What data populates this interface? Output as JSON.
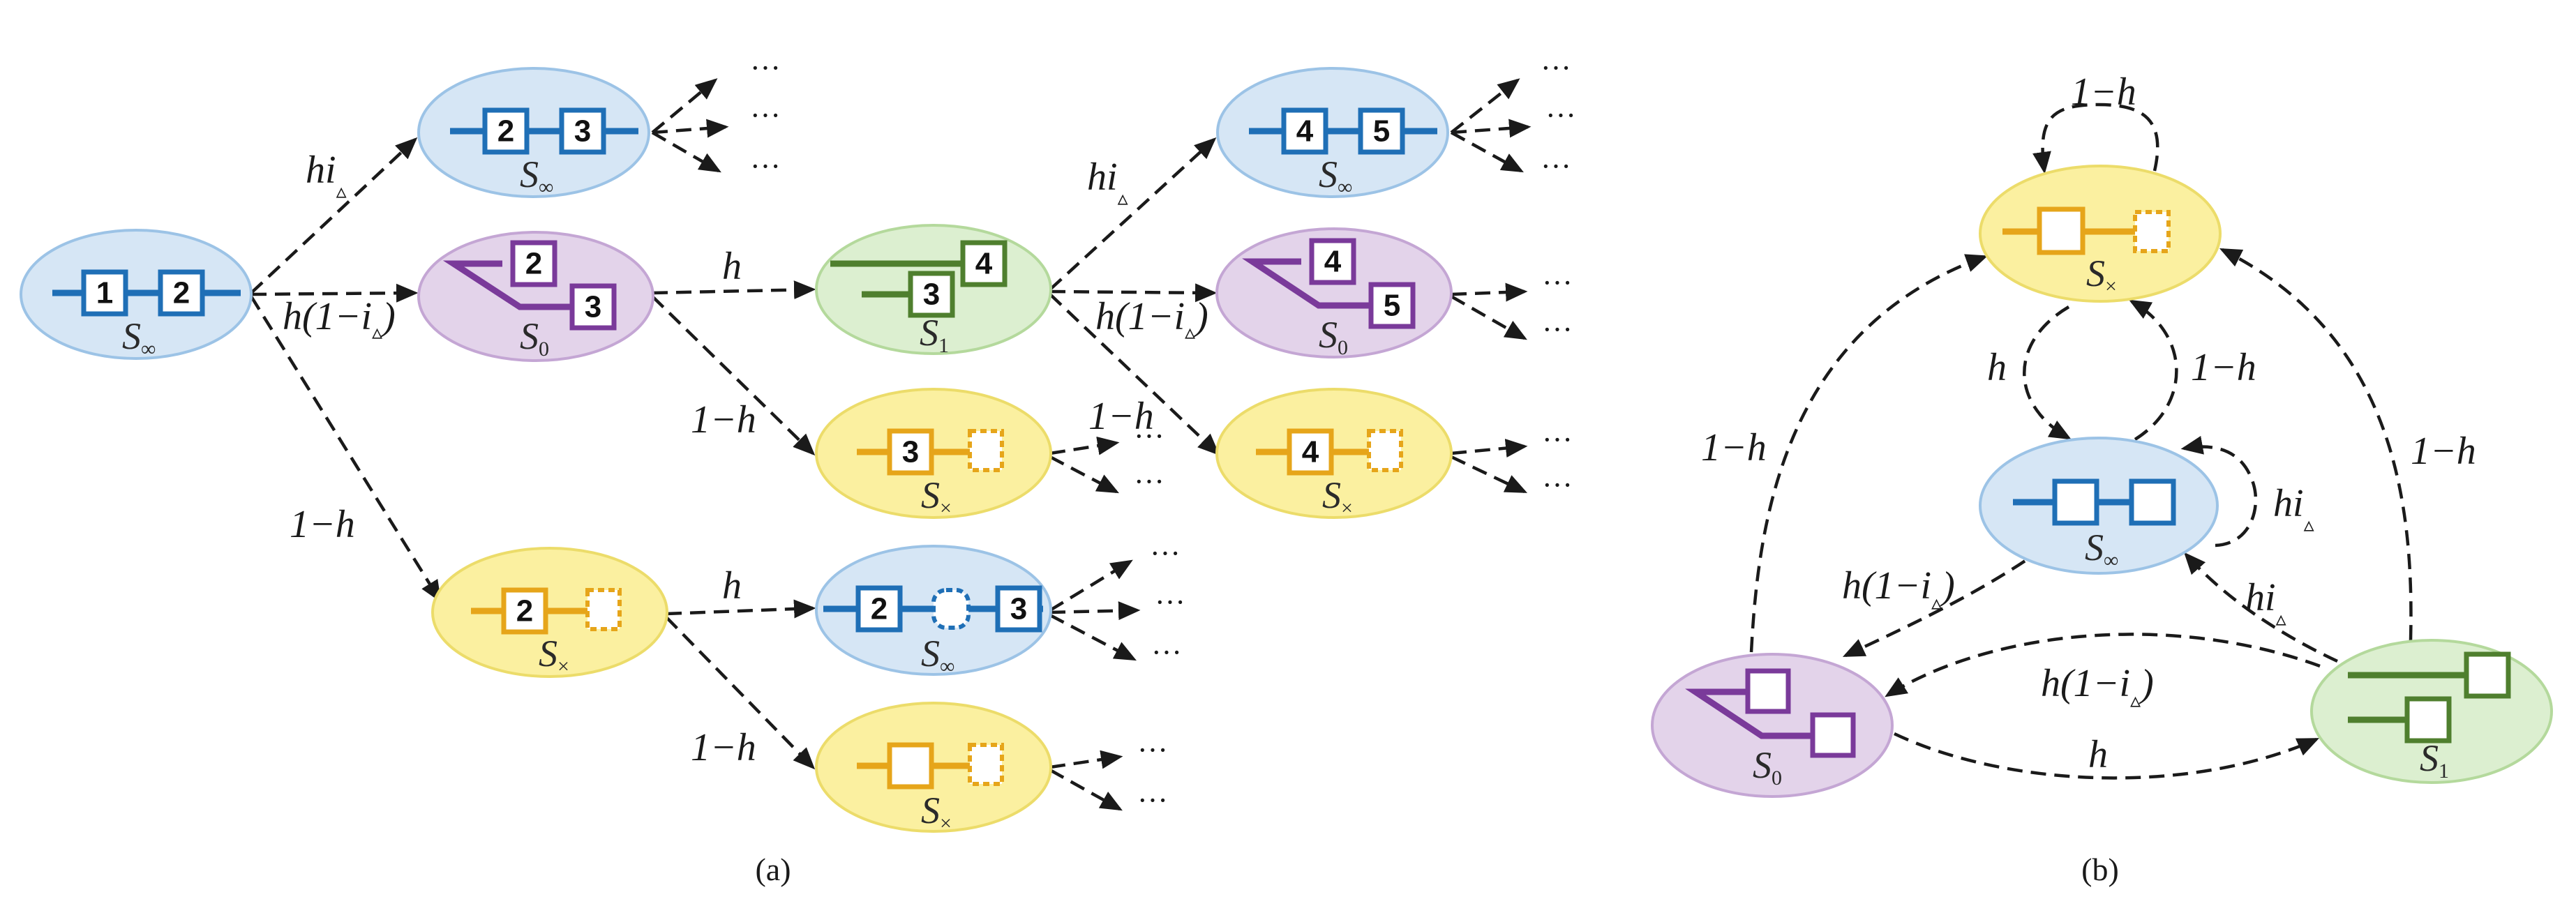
{
  "panel_a": {
    "caption": "(a)",
    "states": [
      {
        "id": "a_root",
        "state": "S",
        "sub": "∞",
        "nums": [
          "1",
          "2"
        ]
      },
      {
        "id": "a_top",
        "state": "S",
        "sub": "∞",
        "nums": [
          "2",
          "3"
        ]
      },
      {
        "id": "a_mid",
        "state": "S",
        "sub": "0",
        "nums": [
          "2",
          "3"
        ]
      },
      {
        "id": "a_low",
        "state": "S",
        "sub": "×",
        "nums": [
          "2"
        ]
      },
      {
        "id": "a_s1",
        "state": "S",
        "sub": "1",
        "nums": [
          "4",
          "3"
        ]
      },
      {
        "id": "a_x3",
        "state": "S",
        "sub": "×",
        "nums": [
          "3"
        ]
      },
      {
        "id": "a_inf23",
        "state": "S",
        "sub": "∞",
        "nums": [
          "2",
          "3"
        ]
      },
      {
        "id": "a_x_empty",
        "state": "S",
        "sub": "×",
        "nums": []
      },
      {
        "id": "a_inf45",
        "state": "S",
        "sub": "∞",
        "nums": [
          "4",
          "5"
        ]
      },
      {
        "id": "a_s0_45",
        "state": "S",
        "sub": "0",
        "nums": [
          "4",
          "5"
        ]
      },
      {
        "id": "a_x4",
        "state": "S",
        "sub": "×",
        "nums": [
          "4"
        ]
      }
    ],
    "edge_labels": {
      "root_top": {
        "main": "hi",
        "sub": "▵"
      },
      "root_mid": {
        "main": "h(1−i",
        "sub": "▵",
        "tail": ")"
      },
      "root_low": "1−h",
      "mid_s1": "h",
      "mid_x3": "1−h",
      "low_inf": "h",
      "low_x": "1−h",
      "s1_inf45": {
        "main": "hi",
        "sub": "▵"
      },
      "s1_s045": {
        "main": "h(1−i",
        "sub": "▵",
        "tail": ")"
      },
      "s1_x4": "1−h"
    },
    "ellipsis": "···"
  },
  "panel_b": {
    "caption": "(b)",
    "states": [
      {
        "id": "b_x",
        "state": "S",
        "sub": "×"
      },
      {
        "id": "b_inf",
        "state": "S",
        "sub": "∞"
      },
      {
        "id": "b_0",
        "state": "S",
        "sub": "0"
      },
      {
        "id": "b_1",
        "state": "S",
        "sub": "1"
      }
    ],
    "edge_labels": {
      "x_self": "1−h",
      "x_inf": "h",
      "inf_x": "1−h",
      "inf_self": {
        "main": "hi",
        "sub": "▵"
      },
      "inf_0": {
        "main": "h(1−i",
        "sub": "▵",
        "tail": ")"
      },
      "one_inf": {
        "main": "hi",
        "sub": "▵"
      },
      "one_0": {
        "main": "h(1−i",
        "sub": "▵",
        "tail": ")"
      },
      "zero_one": "h",
      "zero_x": "1−h",
      "one_x": "1−h"
    }
  },
  "colors": {
    "blue_fill": "#d6e6f5",
    "blue_edge": "#9cc3e6",
    "blue_line": "#1f6fb6",
    "purple_fill": "#e3d3ea",
    "purple_edge": "#c4a6d4",
    "purple_line": "#7a3a9a",
    "green_fill": "#dcefd0",
    "green_edge": "#b4d99c",
    "green_line": "#4f7f2e",
    "yellow_fill": "#fbf0a0",
    "yellow_edge": "#ecdc6a",
    "yellow_line": "#e6a51a"
  }
}
